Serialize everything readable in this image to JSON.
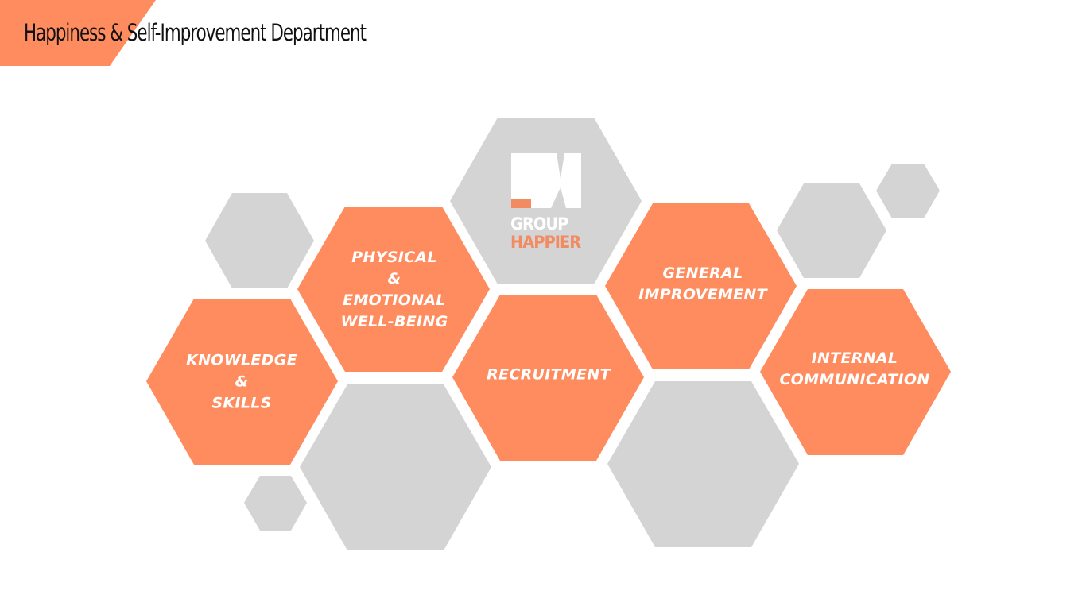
{
  "header": {
    "title": "Happiness & Self-Improvement Department"
  },
  "logo": {
    "line1": "GROUP",
    "line2": "HAPPIER",
    "letter": "M"
  },
  "hexagons": {
    "physical": "PHYSICAL\n&\nEMOTIONAL\nWELL-BEING",
    "knowledge": "KNOWLEDGE\n&\nSKILLS",
    "recruitment": "RECRUITMENT",
    "general": "GENERAL\nIMPROVEMENT",
    "internal": "INTERNAL\nCOMMUNICATION"
  },
  "colors": {
    "accent": "#FF8C5F",
    "gray": "#D4D4D4"
  }
}
